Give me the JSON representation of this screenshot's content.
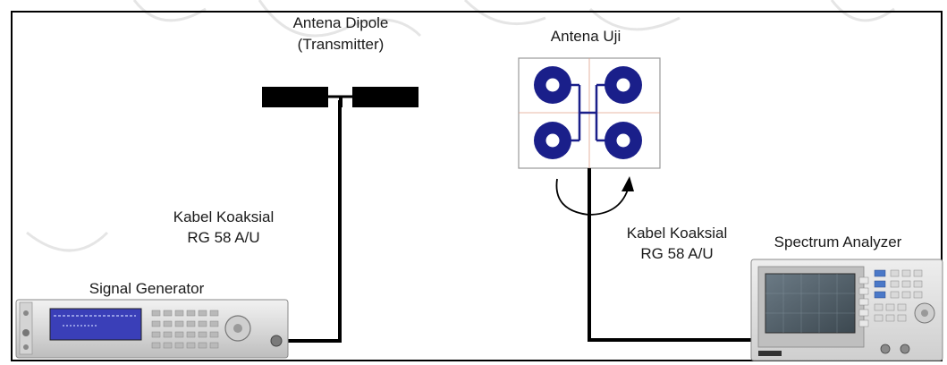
{
  "labels": {
    "dipole_line1": "Antena Dipole",
    "dipole_line2": "(Transmitter)",
    "test_antenna": "Antena Uji",
    "cable_left_line1": "Kabel Koaksial",
    "cable_left_line2": "RG 58 A/U",
    "cable_right_line1": "Kabel Koaksial",
    "cable_right_line2": "RG 58 A/U",
    "signal_generator": "Signal Generator",
    "spectrum_analyzer": "Spectrum Analyzer"
  },
  "colors": {
    "cable": "#000000",
    "antenna_ring": "#1a1f8a",
    "generator_display": "#3a3fb8",
    "analyzer_screen": "#4a5a66",
    "frame": "#000000",
    "watermark": "#c9c9c9"
  },
  "icons": {
    "rotation": "rotation-arrow-icon"
  }
}
